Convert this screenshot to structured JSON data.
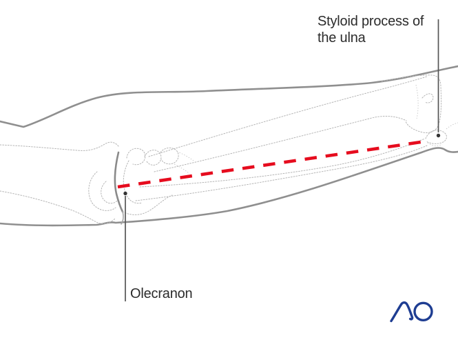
{
  "illustration": {
    "description_labels": {
      "styloid": "Styloid process of\nthe ulna",
      "olecranon": "Olecranon"
    },
    "logo": {
      "text": "AO",
      "color": "#1e3d92"
    },
    "colors": {
      "incision_line": "#e60c1e",
      "skin_outline": "#8f8f8f",
      "bone_outline": "#b4b4b4",
      "olecranon_edge": "#8a8a8a",
      "leader_line": "#555555",
      "label_text": "#2b2b2b",
      "background": "#ffffff"
    }
  }
}
